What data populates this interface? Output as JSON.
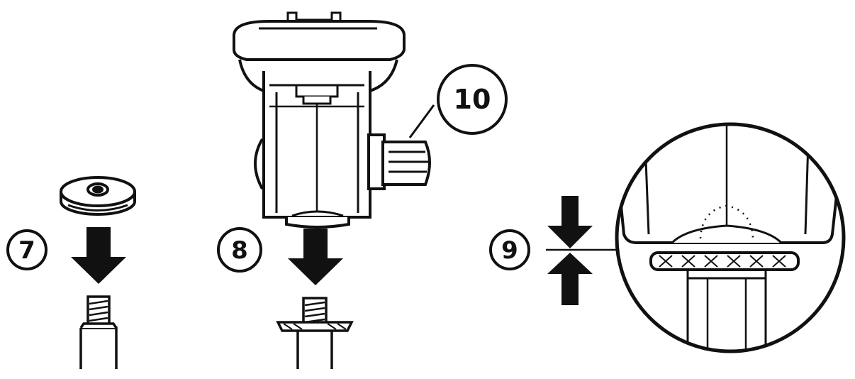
{
  "callouts": {
    "step7": "7",
    "step8": "8",
    "step9": "9",
    "step10": "10"
  },
  "colors": {
    "ink": "#111111",
    "paper": "#ffffff",
    "shade": "#cfcfcf"
  }
}
